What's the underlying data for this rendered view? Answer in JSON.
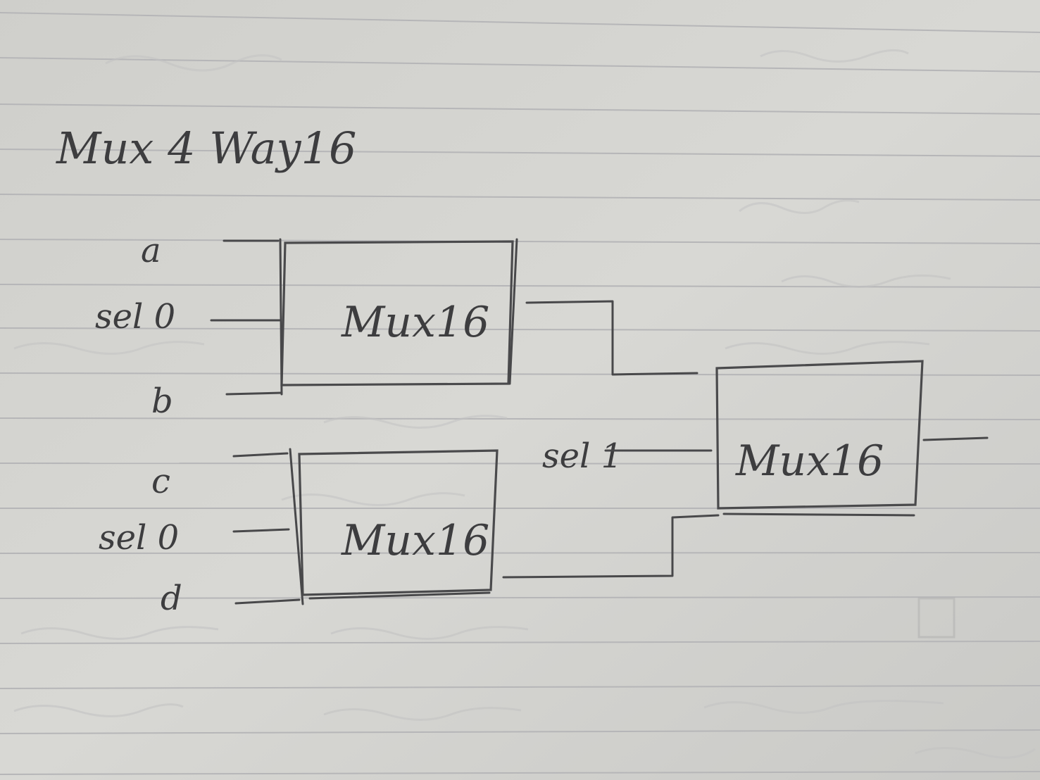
{
  "title": "Mux 4 Way16",
  "inputs": {
    "a": "a",
    "sel0_top": "sel 0",
    "b": "b",
    "c": "c",
    "sel0_bottom": "sel 0",
    "d": "d",
    "sel1": "sel 1"
  },
  "blocks": {
    "top": "Mux16",
    "bottom": "Mux16",
    "right": "Mux16"
  },
  "colors": {
    "paper": "#d3d3cf",
    "ink": "#3d3d3f",
    "rule": "#b6b6b8"
  }
}
